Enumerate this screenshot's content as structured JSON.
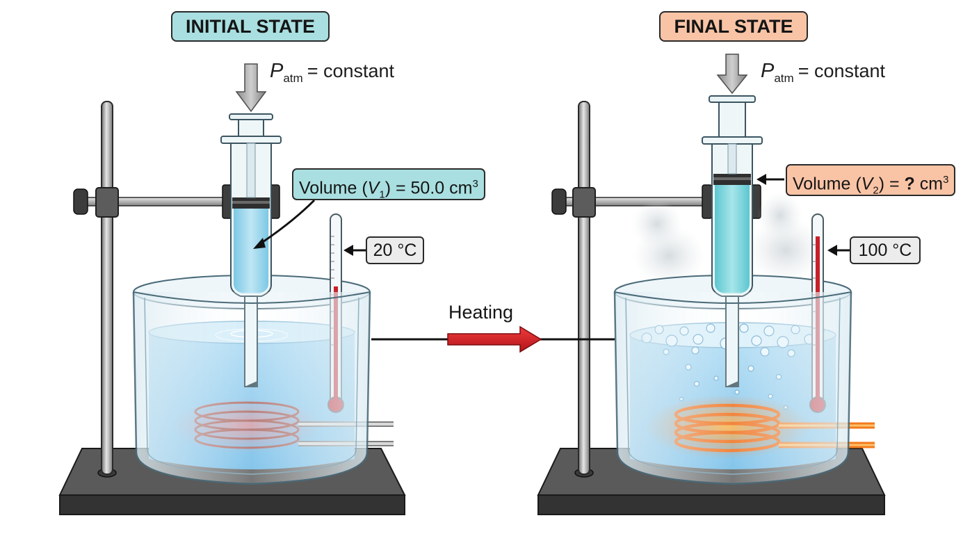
{
  "initial": {
    "title": "INITIAL STATE",
    "pressure": {
      "symbol": "P",
      "subscript": "atm",
      "text": "= constant"
    },
    "volume": {
      "prefix": "Volume (",
      "symbol": "V",
      "subscript": "1",
      "suffix": ") = 50.0 cm",
      "exponent": "3"
    },
    "temperature": "20 °C"
  },
  "final": {
    "title": "FINAL STATE",
    "pressure": {
      "symbol": "P",
      "subscript": "atm",
      "text": "= constant"
    },
    "volume": {
      "prefix": "Volume (",
      "symbol": "V",
      "subscript": "2",
      "suffix": ") = ",
      "unknown": "?",
      "unit": " cm",
      "exponent": "3"
    },
    "temperature": "100 °C"
  },
  "process": {
    "label": "Heating"
  },
  "colors": {
    "initial_accent": "#a9dfe0",
    "final_accent": "#f9c4a6",
    "water": "#8ccaec",
    "heating_arrow": "#d81f26",
    "coil_cold": "#c58a86",
    "coil_hot": "#f57a1c",
    "stand": "#4a4a4a"
  }
}
